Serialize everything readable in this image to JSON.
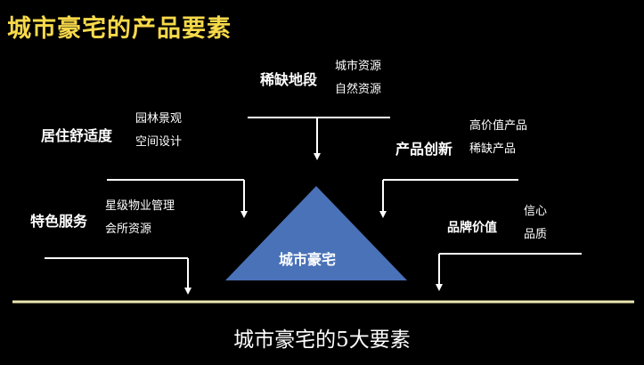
{
  "title": "城市豪宅的产品要素",
  "colors": {
    "title": "#f7d94a",
    "baseline": "#ece7b0",
    "triangle": "#4a72b8",
    "lines": "#ffffff",
    "background": "#000000"
  },
  "factors": {
    "scarce_land": {
      "label": "稀缺地段",
      "items": [
        "城市资源",
        "自然资源"
      ]
    },
    "comfort": {
      "label": "居住舒适度",
      "items": [
        "园林景观",
        "空间设计"
      ]
    },
    "innovation": {
      "label": "产品创新",
      "items": [
        "高价值产品",
        "稀缺产品"
      ]
    },
    "service": {
      "label": "特色服务",
      "items": [
        "星级物业管理",
        "会所资源"
      ]
    },
    "brand": {
      "label": "品牌价值",
      "items": [
        "信心",
        "品质"
      ]
    }
  },
  "center_label": "城市豪宅",
  "caption": "城市豪宅的5大要素"
}
